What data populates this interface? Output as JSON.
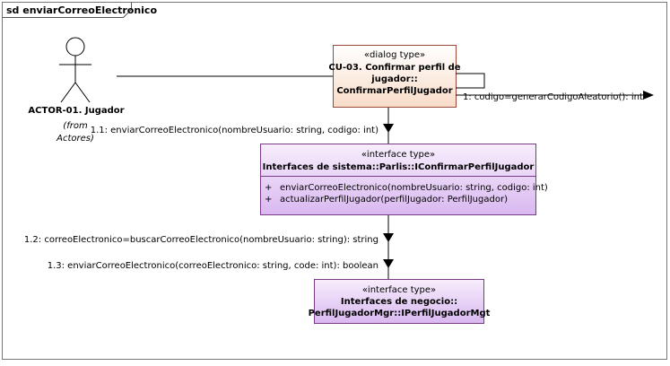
{
  "frame": {
    "label": "sd enviarCorreoElectronico"
  },
  "actor": {
    "name": "ACTOR-01. Jugador",
    "package_line1": "(from",
    "package_line2": "Actores)"
  },
  "dialog": {
    "stereotype": "«dialog type»",
    "line1": "CU-03. Confirmar perfil de",
    "line2": "jugador::",
    "line3": "ConfirmarPerfilJugador"
  },
  "interface_sistema": {
    "stereotype": "«interface type»",
    "name": "Interfaces de sistema::Parlis::IConfirmarPerfilJugador",
    "operations": [
      {
        "visibility": "+",
        "signature": "enviarCorreoElectronico(nombreUsuario: string, codigo: int)"
      },
      {
        "visibility": "+",
        "signature": "actualizarPerfilJugador(perfilJugador: PerfilJugador)"
      }
    ]
  },
  "interface_negocio": {
    "stereotype": "«interface type»",
    "line1": "Interfaces de negocio::",
    "line2": "PerfilJugadorMgr::IPerfilJugadorMgt"
  },
  "messages": [
    {
      "label": "1:  codigo=generarCodigoAleatorio(): int"
    },
    {
      "label": "1.1: enviarCorreoElectronico(nombreUsuario: string, codigo: int)"
    },
    {
      "label": "1.2:  correoElectronico=buscarCorreoElectronico(nombreUsuario: string): string"
    },
    {
      "label": "1.3: enviarCorreoElectronico(correoElectronico: string, code: int): boolean"
    }
  ],
  "colors": {
    "dialog_fill_top": "#ffffff",
    "dialog_fill_bottom": "#f8dcc8",
    "interface_fill_top": "#f7eefc",
    "interface_fill_bottom": "#d9b8f0",
    "border": "#7a3a8a",
    "line": "#000000"
  }
}
